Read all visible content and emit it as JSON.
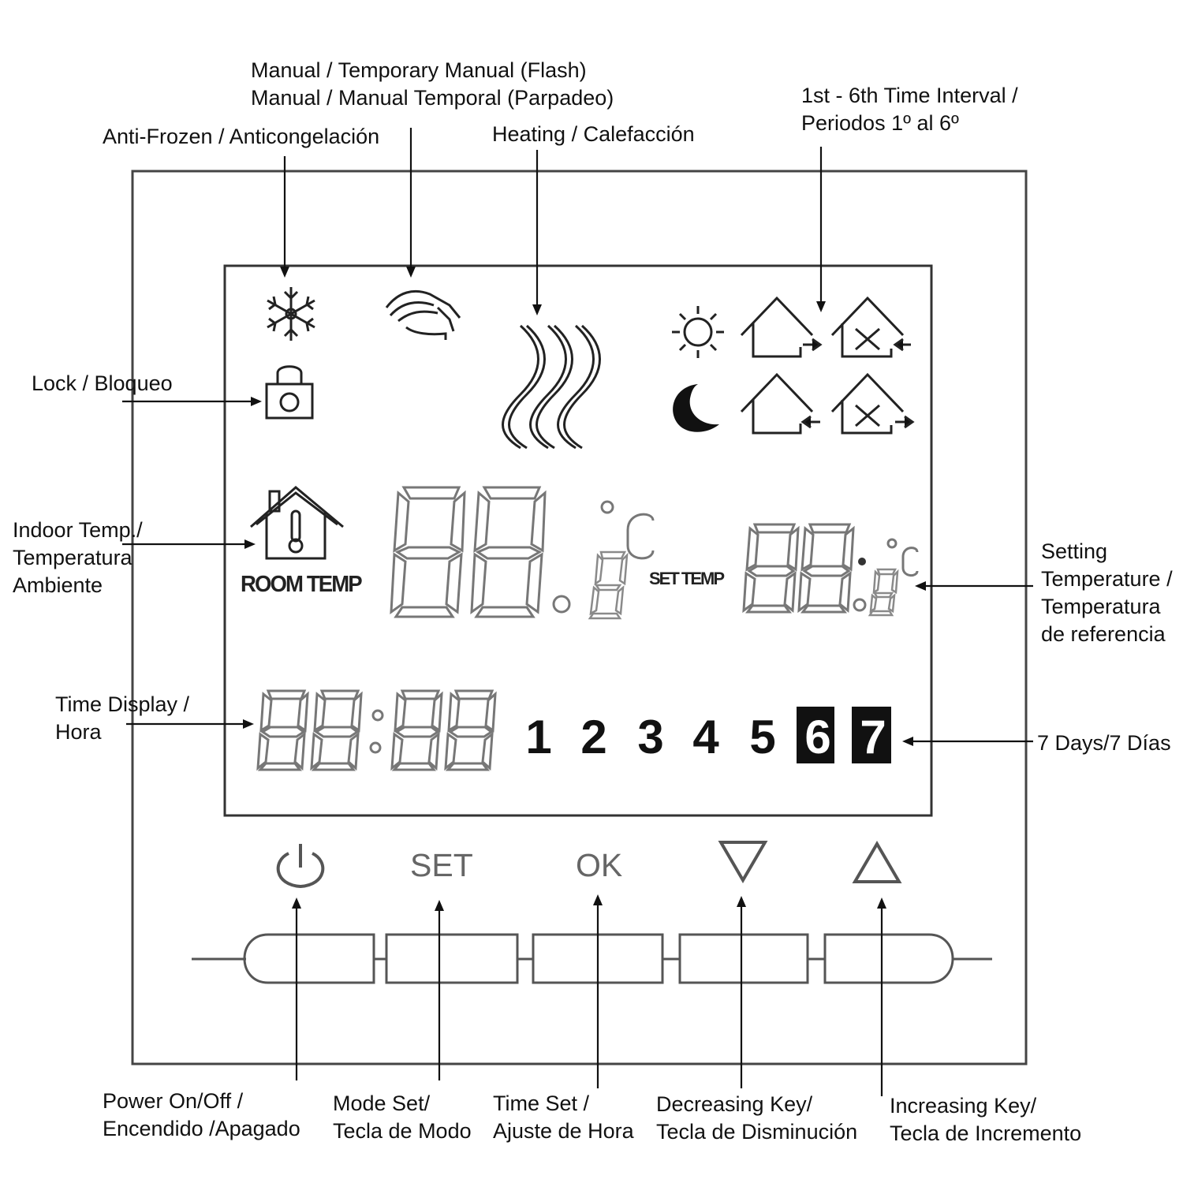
{
  "labels": {
    "manual": "Manual / Temporary Manual (Flash)\nManual / Manual Temporal (Parpadeo)",
    "anti_frozen": "Anti-Frozen / Anticongelación",
    "heating": "Heating / Calefacción",
    "time_interval": "1st - 6th Time Interval /\nPeriodos 1º al 6º",
    "lock": "Lock / Bloqueo",
    "indoor_temp": "Indoor Temp./\nTemperatura\nAmbiente",
    "setting_temp": "Setting\nTemperature /\nTemperatura\nde referencia",
    "time_display": "Time Display /\nHora",
    "seven_days": "7 Days/7 Días",
    "power": "Power On/Off /\nEncendido /Apagado",
    "mode_set": "Mode Set/\nTecla de Modo",
    "time_set": "Time Set /\nAjuste de Hora",
    "decreasing": "Decreasing Key/\nTecla de Disminución",
    "increasing": "Increasing Key/\nTecla de Incremento"
  },
  "display": {
    "room_temp": "ROOM TEMP",
    "set_temp": "SET TEMP",
    "unit": "°C",
    "days": [
      "1",
      "2",
      "3",
      "4",
      "5",
      "6",
      "7"
    ],
    "highlighted_days": [
      "6",
      "7"
    ]
  },
  "buttons": {
    "power_icon": "power-icon",
    "set_label": "SET",
    "ok_label": "OK",
    "down_icon": "triangle-down-icon",
    "up_icon": "triangle-up-icon"
  },
  "colors": {
    "segment": "#777777",
    "frame": "#444444",
    "ink": "#111111"
  }
}
